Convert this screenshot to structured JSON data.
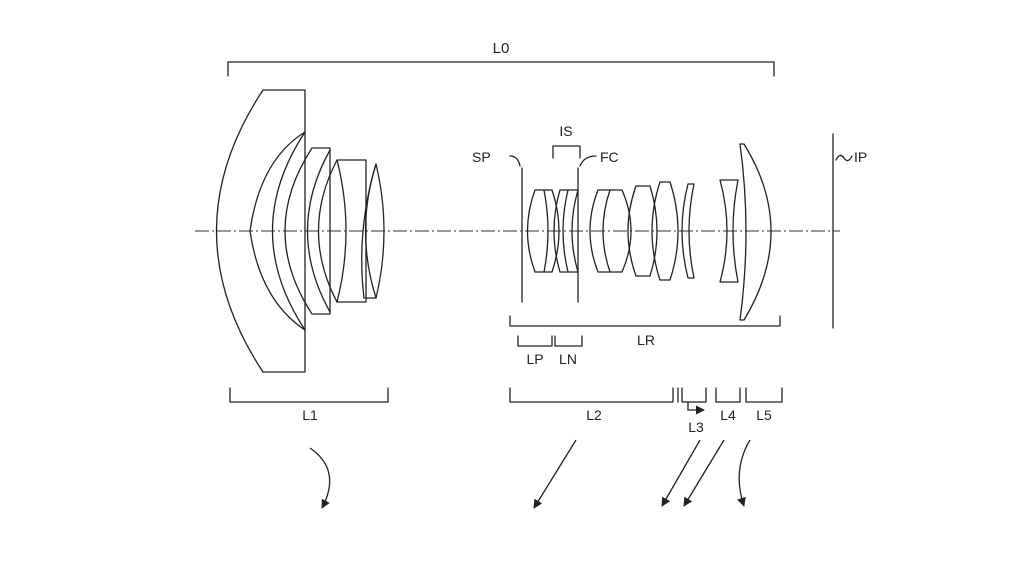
{
  "diagram": {
    "labels": {
      "L0": "L0",
      "IS": "IS",
      "SP": "SP",
      "FC": "FC",
      "IP": "IP",
      "LR": "LR",
      "LP": "LP",
      "LN": "LN",
      "L1": "L1",
      "L2": "L2",
      "L3": "L3",
      "L4": "L4",
      "L5": "L5"
    }
  }
}
